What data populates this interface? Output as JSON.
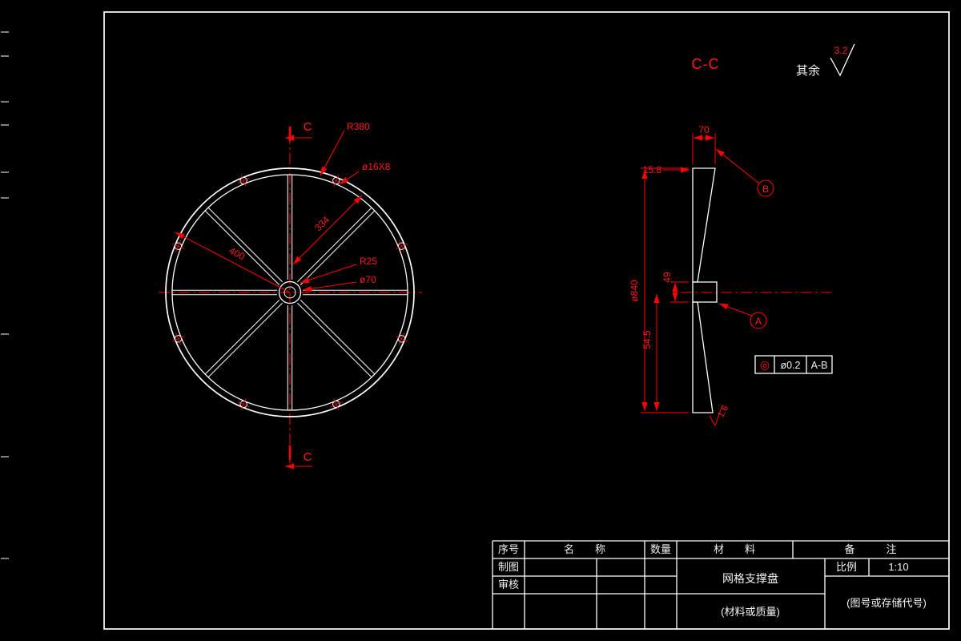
{
  "colors": {
    "background": "#000000",
    "geometry": "#ffffff",
    "dimensions": "#ff0000"
  },
  "front_view": {
    "section_label": "C",
    "dim_r380": "R380",
    "dim_holes": "ø16X8",
    "dim_334": "334",
    "dim_400": "400",
    "dim_r25": "R25",
    "dim_d70": "ø70"
  },
  "section_view": {
    "title": "C-C",
    "dim_70": "70",
    "dim_158": "15.8",
    "dim_d840": "ø840",
    "dim_49": "49",
    "dim_545": "54.5",
    "dim_roughness": "1.6",
    "datum_a": "A",
    "datum_b": "B",
    "fcf": {
      "symbol": "◎",
      "tolerance": "ø0.2",
      "datums": "A-B"
    }
  },
  "roughness_note": {
    "prefix": "其余",
    "value": "3.2"
  },
  "title_block": {
    "col_index": "序号",
    "col_name": "名　　称",
    "col_qty": "数量",
    "col_material": "材　　料",
    "col_remark": "备　　　注",
    "row_drawn": "制图",
    "row_checked": "审核",
    "part_name": "网格支撑盘",
    "scale_label": "比例",
    "scale_value": "1:10",
    "code_note": "(图号或存储代号)",
    "material_note": "(材料或质量)"
  }
}
